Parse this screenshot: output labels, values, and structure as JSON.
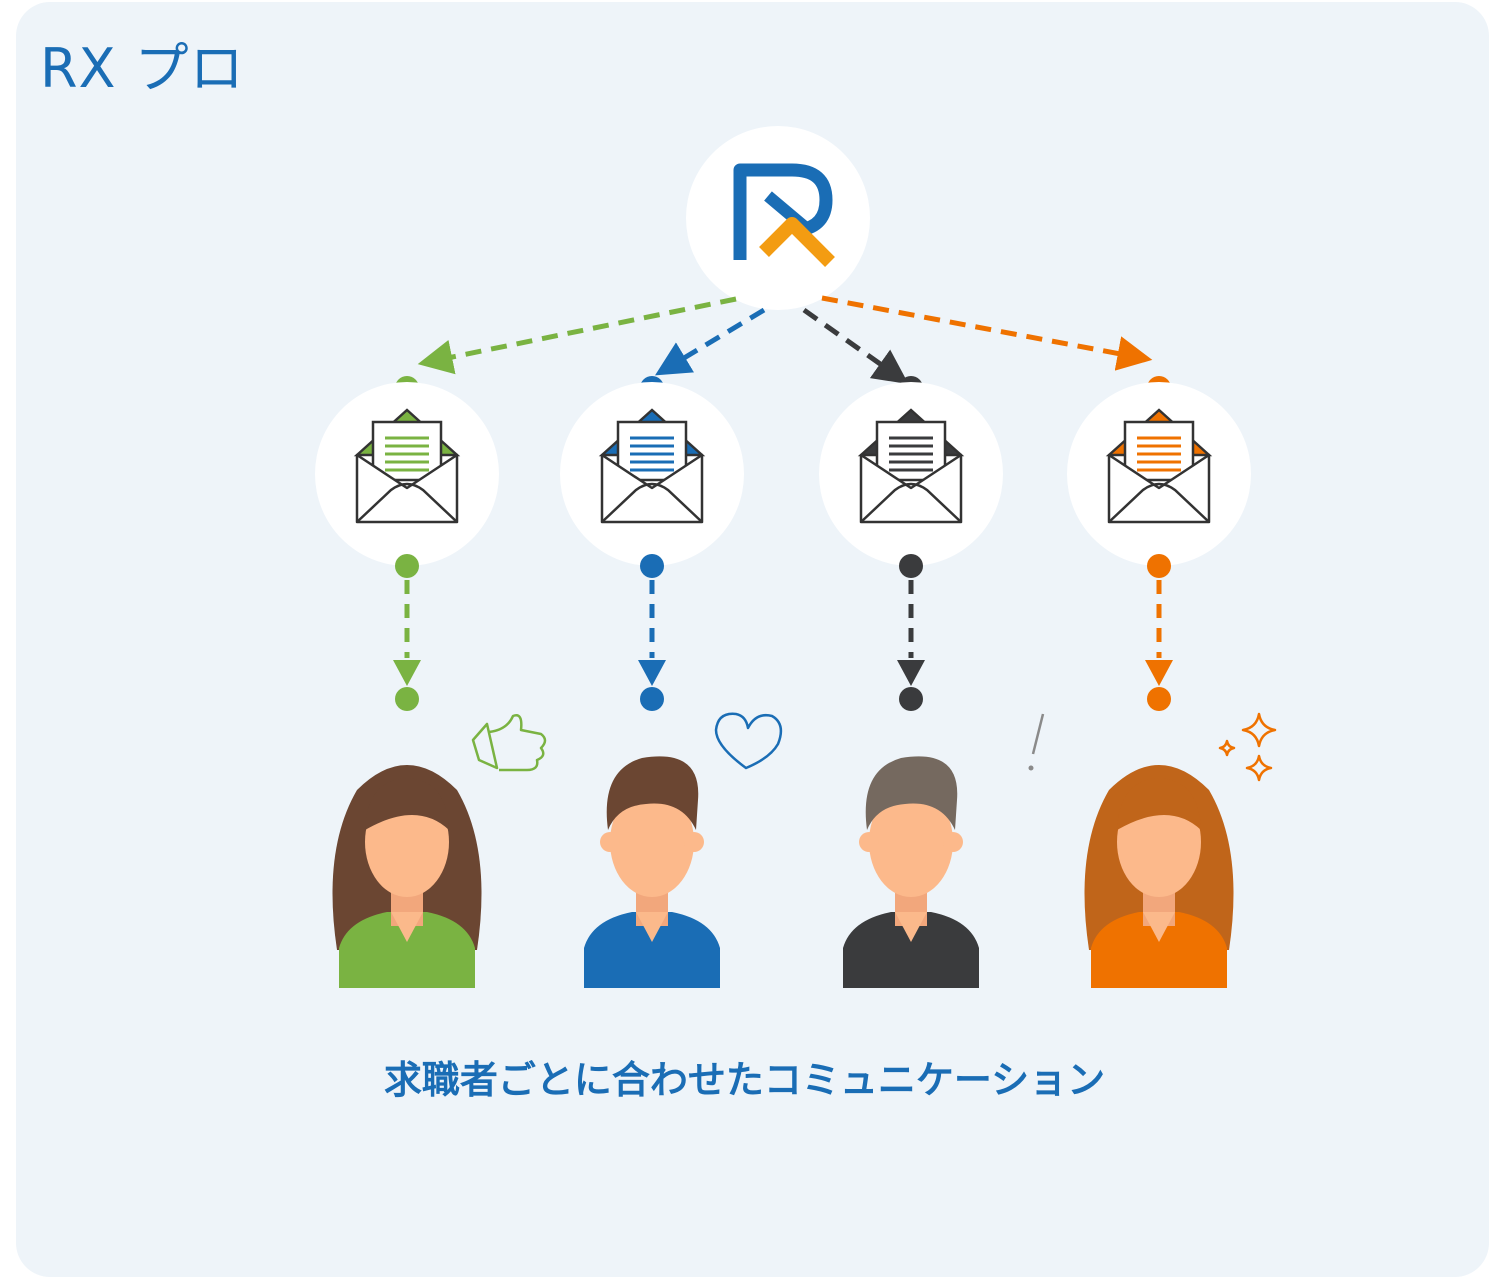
{
  "header": {
    "title": "RX プロ"
  },
  "caption": "求職者ごとに合わせたコミュニケーション",
  "logo": {
    "name": "rx-logo",
    "colors": {
      "r": "#1a6db5",
      "x": "#f39c12"
    }
  },
  "channels": [
    {
      "id": "green",
      "color": "#7ab342",
      "shirt": "#7ab342",
      "reaction": "thumbs-up-icon"
    },
    {
      "id": "blue",
      "color": "#1a6db5",
      "shirt": "#1a6db5",
      "reaction": "heart-icon"
    },
    {
      "id": "dark",
      "color": "#3a3b3d",
      "shirt": "#3a3b3d",
      "reaction": "exclamation-icon"
    },
    {
      "id": "orange",
      "color": "#ef7200",
      "shirt": "#ef7200",
      "reaction": "sparkle-icon"
    }
  ],
  "icons": [
    "mail-envelope-icon",
    "person-avatar-icon"
  ]
}
